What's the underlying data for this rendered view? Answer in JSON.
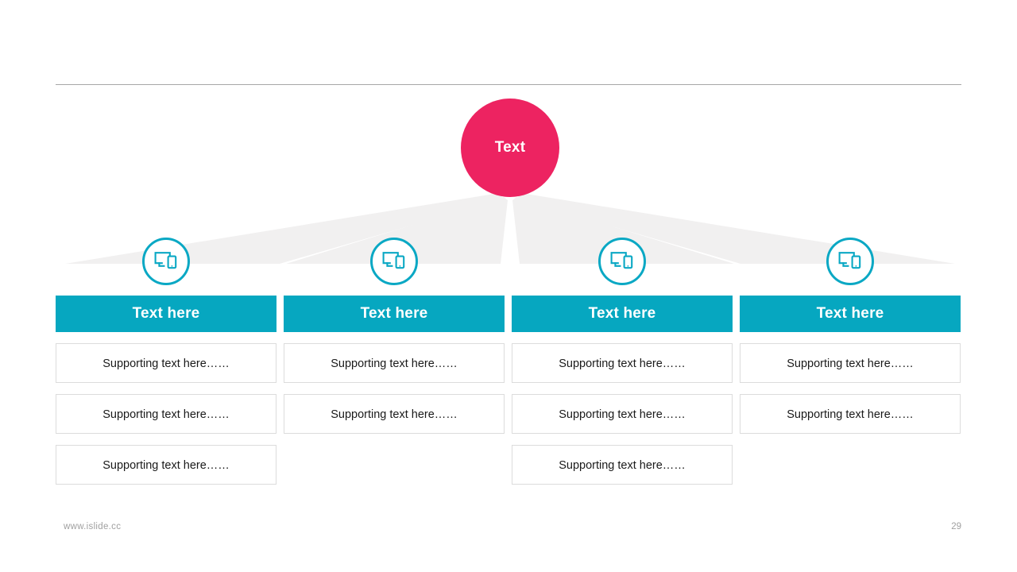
{
  "slide": {
    "page_number": "29",
    "website": "www.islide.cc"
  },
  "colors": {
    "hub_pink": "#ed2361",
    "accent_teal": "#06a7c0",
    "icon_ring_teal": "#0aa8c4",
    "ray_gray": "#f1f0f0",
    "rule_gray": "#a6a6a6",
    "cell_border": "#dcdcdc",
    "footer_text": "#a0a0a0"
  },
  "hub": {
    "label": "Text",
    "icon": "hub-circle"
  },
  "columns": [
    {
      "icon": "devices-icon",
      "header": "Text here",
      "cells": [
        "Supporting text here……",
        "Supporting text here……",
        "Supporting text here……"
      ]
    },
    {
      "icon": "devices-icon",
      "header": "Text here",
      "cells": [
        "Supporting text here……",
        "Supporting text here……"
      ]
    },
    {
      "icon": "devices-icon",
      "header": "Text here",
      "cells": [
        "Supporting text here……",
        "Supporting text here……",
        "Supporting text here……"
      ]
    },
    {
      "icon": "devices-icon",
      "header": "Text here",
      "cells": [
        "Supporting text here……",
        "Supporting text here……"
      ]
    }
  ]
}
